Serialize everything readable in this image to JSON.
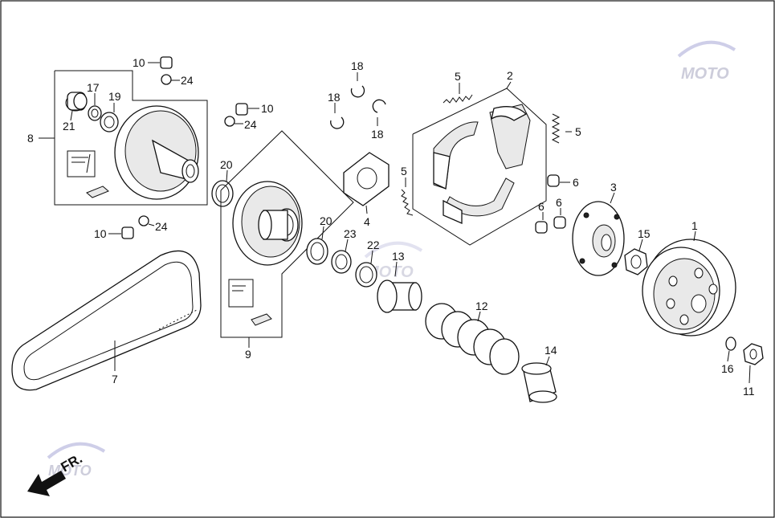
{
  "watermark": "MOTO",
  "direction_label": "FR.",
  "callouts": {
    "c1": "1",
    "c2": "2",
    "c4": "4",
    "c5a": "5",
    "c5b": "5",
    "c5c": "5",
    "c6a": "6",
    "c6b": "6",
    "c6c": "6",
    "c7": "7",
    "c8": "8",
    "c9": "9",
    "c10a": "10",
    "c10b": "10",
    "c10c": "10",
    "c11": "11",
    "c12": "12",
    "c13": "13",
    "c14": "14",
    "c15": "15",
    "c16": "16",
    "c17": "17",
    "c18a": "18",
    "c18b": "18",
    "c18c": "18",
    "c19": "19",
    "c20a": "20",
    "c20b": "20",
    "c21": "21",
    "c22": "22",
    "c23": "23",
    "c24a": "24",
    "c24b": "24",
    "c24c": "24",
    "c3": "3"
  }
}
